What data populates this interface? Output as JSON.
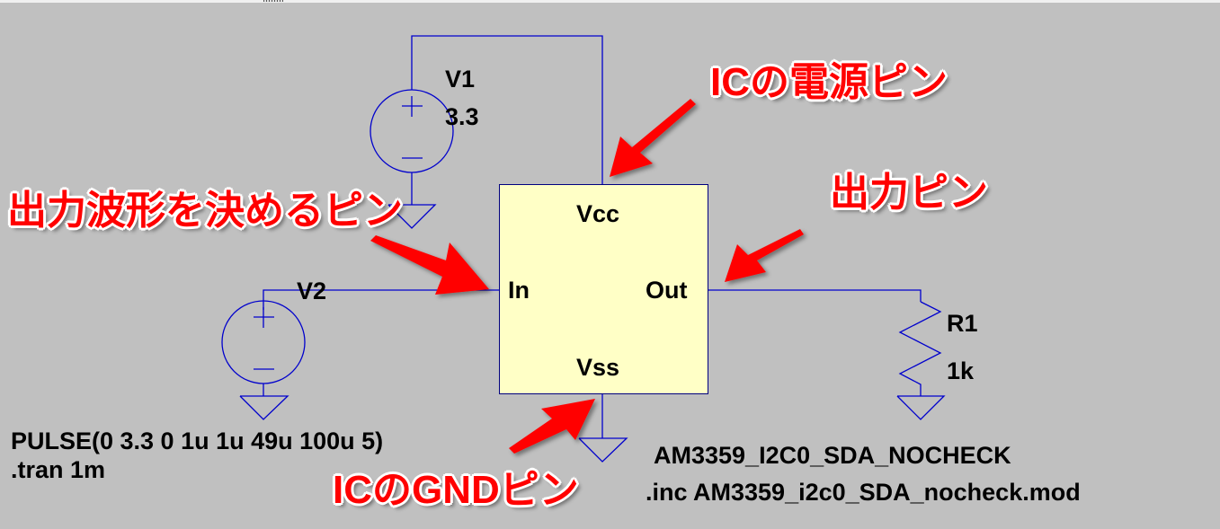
{
  "schematic": {
    "components": {
      "v1": {
        "name": "V1",
        "value": "3.3"
      },
      "v2": {
        "name": "V2",
        "value": "PULSE(0 3.3 0 1u 1u 49u 100u 5)"
      },
      "r1": {
        "name": "R1",
        "value": "1k"
      },
      "ic": {
        "pins": {
          "vcc": "Vcc",
          "in": "In",
          "out": "Out",
          "vss": "Vss"
        },
        "model": "AM3359_I2C0_SDA_NOCHECK"
      }
    },
    "directives": {
      "tran": ".tran 1m",
      "inc": ".inc AM3359_i2c0_SDA_nocheck.mod"
    },
    "colors": {
      "background": "#c0c0c0",
      "wire": "#0000cc",
      "ic_fill": "#ffffc6",
      "annotation": "#ff0000"
    }
  },
  "annotations": {
    "power_pin": "ICの電源ピン",
    "input_pin": "出力波形を決めるピン",
    "output_pin": "出力ピン",
    "gnd_pin": "ICのGNDピン"
  }
}
